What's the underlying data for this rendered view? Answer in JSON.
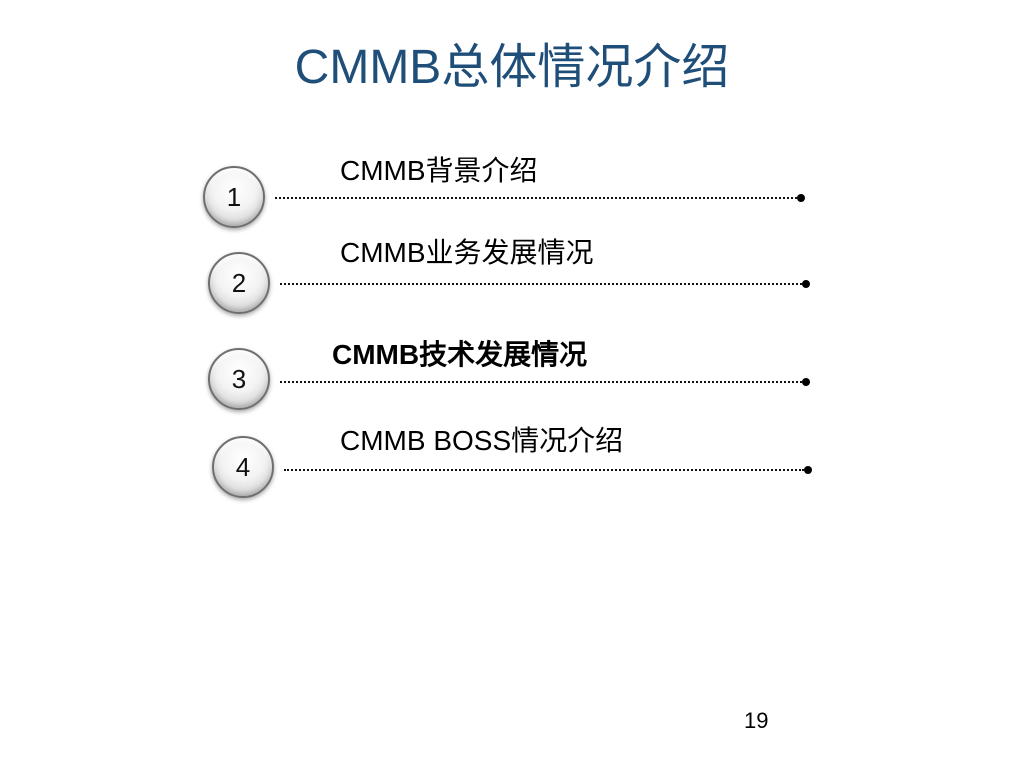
{
  "slide": {
    "title": "CMMB总体情况介绍",
    "title_color": "#1f4e79",
    "page_number": "19"
  },
  "agenda": {
    "items": [
      {
        "number": "1",
        "label": "CMMB背景介绍",
        "bold": false
      },
      {
        "number": "2",
        "label": "CMMB业务发展情况",
        "bold": false
      },
      {
        "number": "3",
        "label": "CMMB技术发展情况",
        "bold": true
      },
      {
        "number": "4",
        "label": "CMMB BOSS情况介绍",
        "bold": false
      }
    ]
  }
}
